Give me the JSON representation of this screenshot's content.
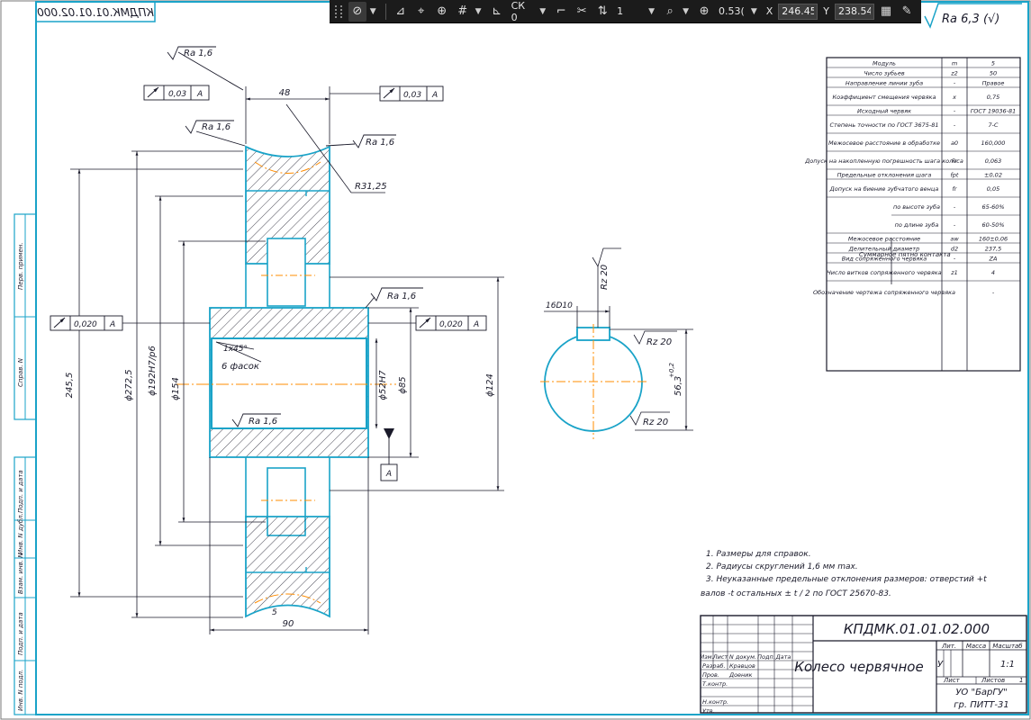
{
  "toolbar": {
    "cs_label": "СК 0",
    "line_weight": "1",
    "zoom": "0.53(",
    "x_label": "X",
    "x_value": "246.452",
    "y_label": "Y",
    "y_value": "238.543"
  },
  "drawing": {
    "code_mirrored": "КПДМК.01.01.02.000",
    "code": "КПДМК.01.01.02.000",
    "title": "Колесо червячное",
    "roughness_general": "Ra 6,3 (√)",
    "ra16": "Ra 1,6",
    "rz20": "Rz 20",
    "tolerance_003": "0,03",
    "tolerance_0020": "0,020",
    "datum": "A",
    "dim_48": "48",
    "dim_r3125": "R31,25",
    "dim_2455": "245,5",
    "dim_d2725": "ϕ272,5",
    "dim_d192": "ϕ192H7/p6",
    "dim_d154": "ϕ154",
    "dim_d52": "ϕ52H7",
    "dim_d85": "ϕ85",
    "dim_d124": "ϕ124",
    "chamfer": "1x45°",
    "chamfer_count": "6 фасок",
    "dim_90": "90",
    "dim_5": "5",
    "key_width": "16D10",
    "key_depth": "56,3",
    "key_depth_tol": "+0,2",
    "notes": [
      "1.  Размеры для справок.",
      "2. Радиусы скруглений 1,6 мм max.",
      "3. Неуказанные предельные отклонения размеров: отверстий +t",
      "валов -t     остальных ± t / 2 по ГОСТ 25670-83."
    ]
  },
  "params_table": {
    "rows": [
      {
        "name": "Модуль",
        "sym": "m",
        "val": "5"
      },
      {
        "name": "Число зубьев",
        "sym": "z2",
        "val": "50"
      },
      {
        "name": "Направление линии зуба",
        "sym": "-",
        "val": "Правое"
      },
      {
        "name": "Коэффициент смещения червяка",
        "sym": "x",
        "val": "0,75"
      },
      {
        "name": "Исходный червяк",
        "sym": "-",
        "val": "ГОСТ 19036-81"
      },
      {
        "name": "Степень точности по ГОСТ 3675-81",
        "sym": "-",
        "val": "7-С"
      },
      {
        "name": "Межосевое расстояние в обработке",
        "sym": "a0",
        "val": "160,000"
      },
      {
        "name": "Допуск на накопленную погрешность шага колеса",
        "sym": "Fr",
        "val": "0,063"
      },
      {
        "name": "Предельные отклонения шага",
        "sym": "fpt",
        "val": "±0,02"
      },
      {
        "name": "Допуск на биение зубчатого венца",
        "sym": "fr",
        "val": "0,05"
      },
      {
        "name": "по высоте зуба",
        "sym": "-",
        "val": "65-60%"
      },
      {
        "name": "по длине зуба",
        "sym": "-",
        "val": "60-50%"
      },
      {
        "name": "Межосевое расстояние",
        "sym": "aw",
        "val": "160±0,06"
      },
      {
        "name": "Делительный диаметр",
        "sym": "d2",
        "val": "237,5"
      },
      {
        "name": "Вид сопряженного червяка",
        "sym": "-",
        "val": "ZA"
      },
      {
        "name": "Число витков сопряженного червяка",
        "sym": "z1",
        "val": "4"
      },
      {
        "name": "Обозначение чертежа сопряженного червяка",
        "sym": "",
        "val": "-"
      }
    ],
    "contact_label": "Суммарное пятно контакта"
  },
  "title_block": {
    "col_headers": [
      "Изм.",
      "Лист",
      "N докум.",
      "Подп.",
      "Дата"
    ],
    "roles": [
      "Разраб.",
      "Пров.",
      "Т.контр.",
      "",
      "Н.контр.",
      "Утв."
    ],
    "names": [
      "Кравцов",
      "Доеник",
      "",
      "",
      "",
      ""
    ],
    "lit_label": "Лит.",
    "mass_label": "Масса",
    "scale_label": "Масштаб",
    "lit_value": "У",
    "scale_value": "1:1",
    "sheet_label": "Лист",
    "sheets_label": "Листов",
    "sheets_value": "1",
    "org_line1": "УО \"БарГУ\"",
    "org_line2": "гр. ПИТТ-31"
  },
  "side_stamp": {
    "labels": [
      "Перв. примен.",
      "Справ. N",
      "Подп. и дата",
      "Инв. N дубл.",
      "Взам. инв. N",
      "Подп. и дата",
      "Инв. N подл."
    ]
  },
  "colors": {
    "frame": "#1aa3c8",
    "ink": "#1a1a2a",
    "axis": "#ff8c00",
    "toolbar": "#1b1b1b"
  }
}
